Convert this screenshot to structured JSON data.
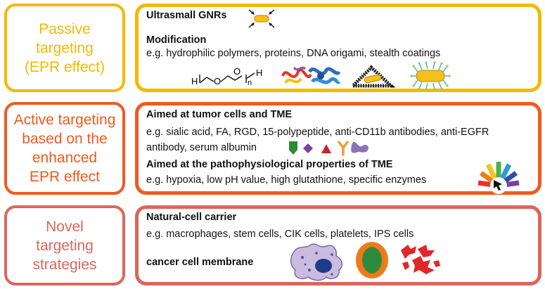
{
  "colors": {
    "yellow": "#F5B800",
    "orange": "#F05A22",
    "terracotta": "#D9675B"
  },
  "rows": [
    {
      "label_lines": [
        "Passive",
        "targeting",
        "(EPR effect)"
      ],
      "heading1": "Ultrasmall GNRs",
      "heading2": "Modification",
      "example": "e.g. hydrophilic polymers, proteins, DNA origami, stealth coatings",
      "icons": [
        "gold-nanorod-icon",
        "peg-structure-icon",
        "protein-structure-icon",
        "dna-origami-icon",
        "stealth-coating-icon"
      ],
      "peg": {
        "h1": "H",
        "o1": "O",
        "o2": "O",
        "n": "n",
        "h2": "H"
      }
    },
    {
      "label_lines": [
        "Active targeting",
        "based on the",
        "enhanced",
        "EPR effect"
      ],
      "heading1": "Aimed at tumor cells and TME",
      "example1a": "e.g. sialic acid, FA, RGD, 15-polypeptide, anti-CD11b antibodies, anti-EGFR",
      "example1b": "antibody, serum albumin",
      "heading2": "Aimed at the pathophysiological properties of TME",
      "example2": "e.g. hypoxia, low pH value, high glutathione, specific enzymes",
      "icons": [
        "ligand-shapes-icon",
        "rainbow-stimuli-icon"
      ]
    },
    {
      "label_lines": [
        "Novel",
        "targeting",
        "strategies"
      ],
      "heading1": "Natural-cell carrier",
      "example": "e.g. macrophages, stem cells, CIK cells, platelets, IPS cells",
      "heading2": "cancer cell membrane",
      "icons": [
        "macrophage-icon",
        "stem-cell-icon",
        "platelets-icon"
      ]
    }
  ]
}
